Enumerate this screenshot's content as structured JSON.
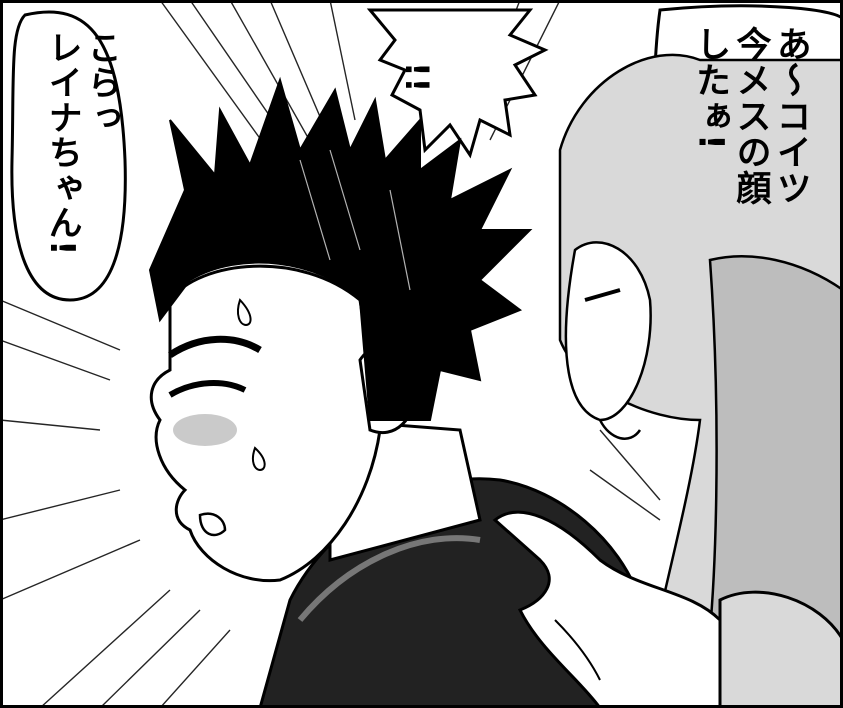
{
  "panel": {
    "bubble_left": {
      "lines": [
        "こらっ",
        "レイナちゃん!"
      ]
    },
    "bubble_top": {
      "text": "!!"
    },
    "bubble_right": {
      "lines": [
        "あ〜コイツ",
        "今メスの顔",
        "したぁ!"
      ]
    }
  },
  "characters": {
    "man": {
      "description_icon": "spiky-haired-man"
    },
    "girl": {
      "description_icon": "long-haired-girl"
    }
  },
  "colors": {
    "ink": "#000000",
    "paper": "#ffffff",
    "tone": "#bdbdbd"
  }
}
